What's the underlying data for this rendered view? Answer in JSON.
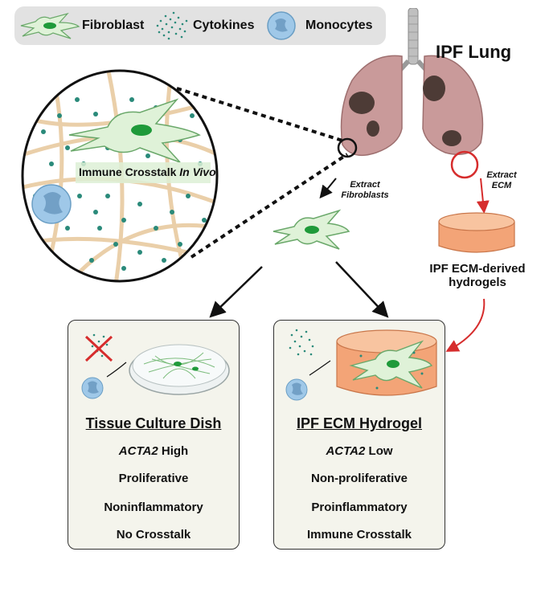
{
  "legend": {
    "fibroblast": "Fibroblast",
    "cytokines": "Cytokines",
    "monocytes": "Monocytes"
  },
  "lung": {
    "title": "IPF Lung"
  },
  "zoom": {
    "label_prefix": "Immune Crosstalk ",
    "label_italic": "In Vivo"
  },
  "arrows": {
    "extract_fibroblasts_1": "Extract",
    "extract_fibroblasts_2": "Fibroblasts",
    "extract_ecm_1": "Extract",
    "extract_ecm_2": "ECM"
  },
  "hydrogel_label": {
    "line1": "IPF ECM-derived",
    "line2": "hydrogels"
  },
  "left_panel": {
    "title": "Tissue Culture Dish",
    "gene": "ACTA2",
    "gene_level": " High",
    "lines": [
      "Proliferative",
      "Noninflammatory",
      "No Crosstalk"
    ]
  },
  "right_panel": {
    "title": "IPF ECM Hydrogel",
    "gene": "ACTA2",
    "gene_level": " Low",
    "lines": [
      "Non-proliferative",
      "Proinflammatory",
      "Immune Crosstalk"
    ]
  },
  "colors": {
    "fibroblast_fill": "#dff2d8",
    "fibroblast_nucleus": "#1f9a3a",
    "cytokine": "#2a8a7a",
    "monocyte": "#9fc8e8",
    "lung": "#c99a9a",
    "hydrogel": "#f3a477",
    "red_arrow": "#d62d2d",
    "panel_bg": "#f4f4ec"
  }
}
